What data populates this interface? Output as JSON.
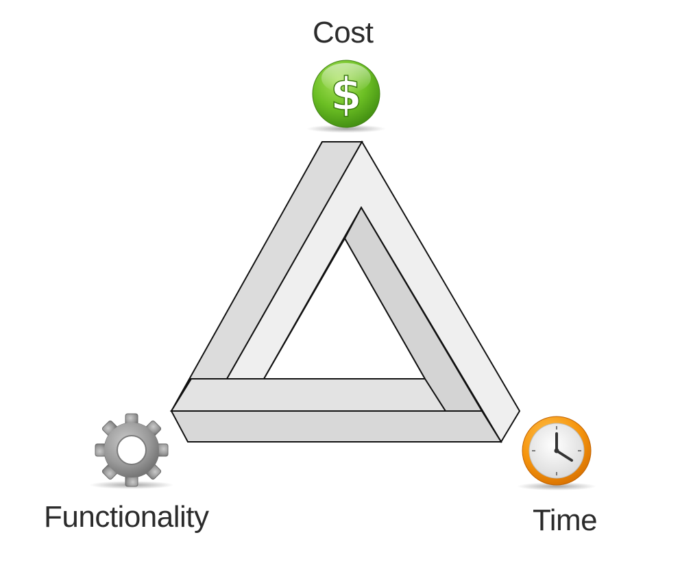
{
  "diagram": {
    "type": "project-management-triangle",
    "corners": [
      {
        "label": "Cost",
        "icon": "dollar-icon",
        "color": "#5aa21c"
      },
      {
        "label": "Functionality",
        "icon": "gear-icon",
        "color": "#8a8a8a"
      },
      {
        "label": "Time",
        "icon": "clock-icon",
        "color": "#f08a00"
      }
    ]
  }
}
